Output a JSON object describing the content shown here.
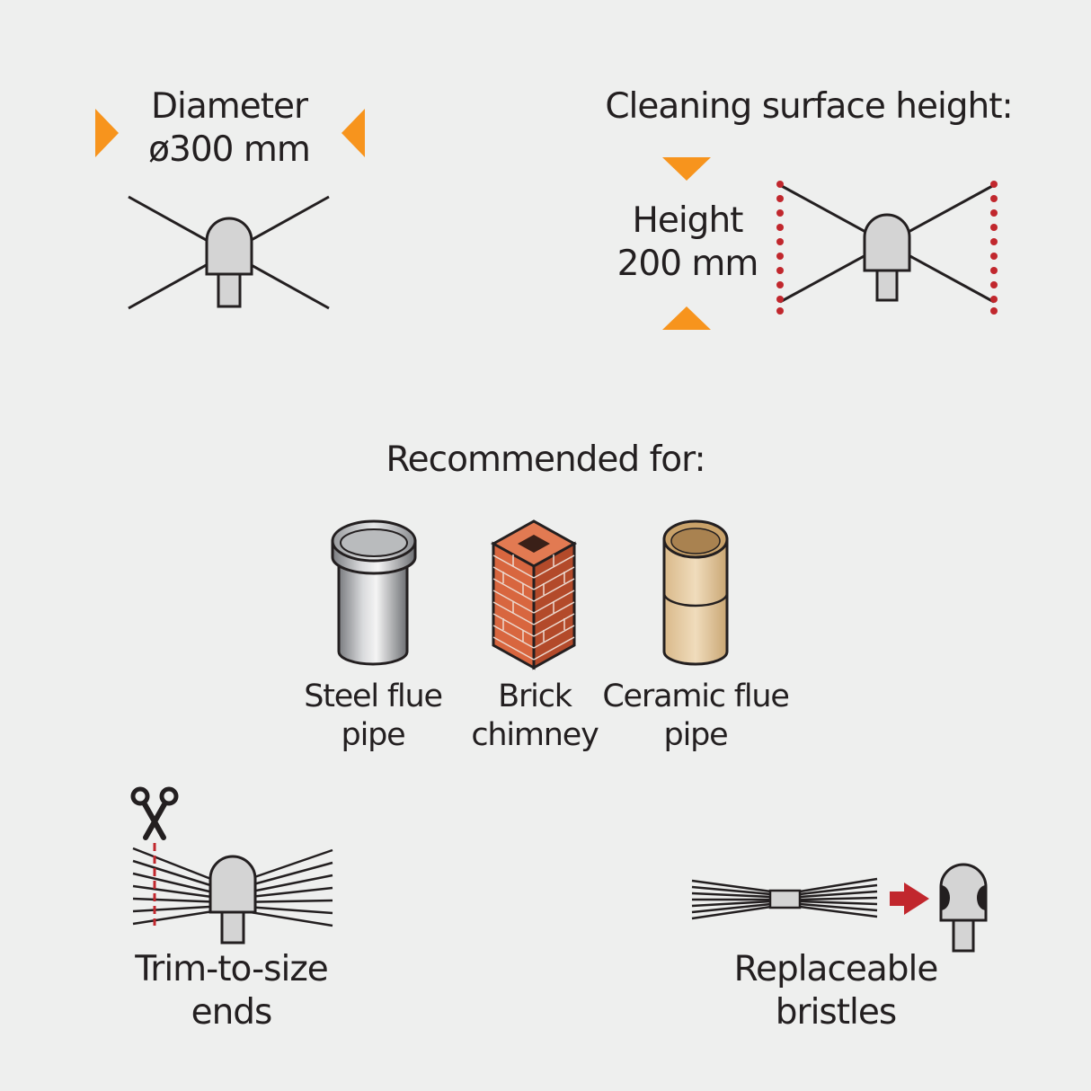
{
  "diameter": {
    "title": "Diameter",
    "value": "ø300 mm"
  },
  "cleaning_height": {
    "title": "Cleaning surface height:",
    "label": "Height",
    "value": "200 mm"
  },
  "recommended": {
    "title": "Recommended for:",
    "items": [
      {
        "line1": "Steel flue",
        "line2": "pipe",
        "icon": "steel-pipe-icon"
      },
      {
        "line1": "Brick",
        "line2": "chimney",
        "icon": "brick-chimney-icon"
      },
      {
        "line1": "Ceramic flue",
        "line2": "pipe",
        "icon": "ceramic-pipe-icon"
      }
    ]
  },
  "features": {
    "trim": {
      "line1": "Trim-to-size",
      "line2": "ends",
      "icon": "scissors-icon"
    },
    "replace": {
      "line1": "Replaceable",
      "line2": "bristles",
      "icon": "arrow-right-icon"
    }
  },
  "colors": {
    "background": "#eeefee",
    "accent_orange": "#f7941d",
    "accent_red": "#c1272d",
    "brush_head": "#d4d4d4",
    "line": "#231f20"
  }
}
